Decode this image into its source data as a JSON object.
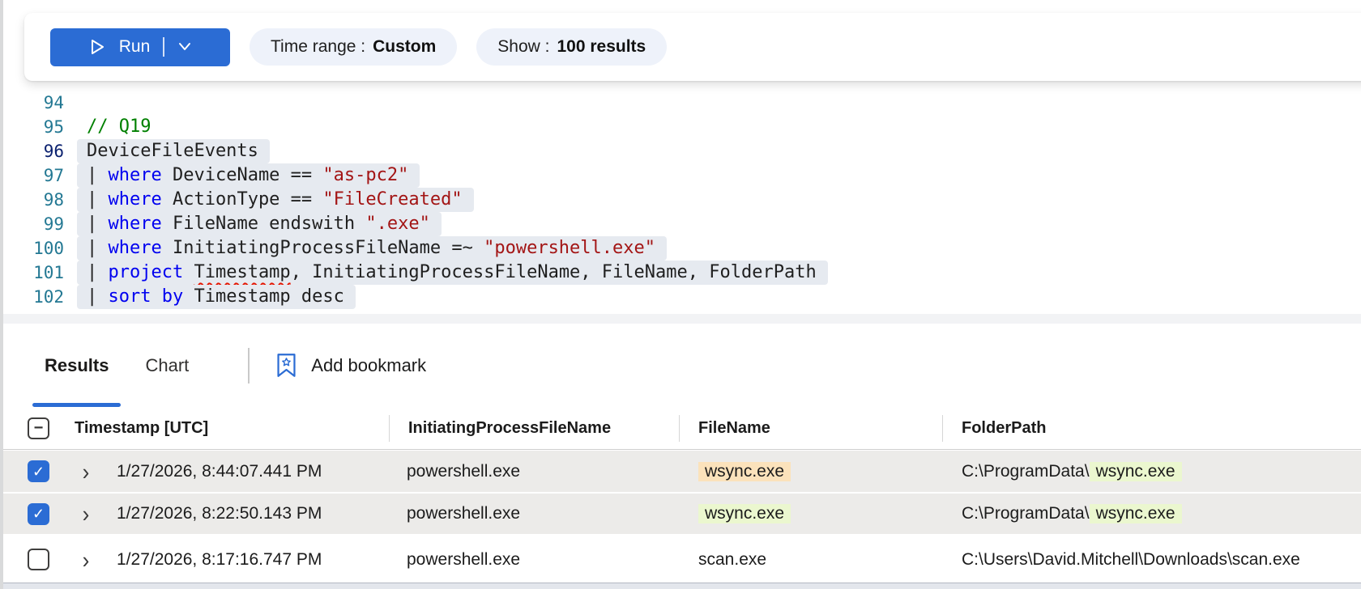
{
  "colors": {
    "accent": "#2b6cd4",
    "selection_bg": "#e6eaf0",
    "highlight_orange": "#fbe2bb",
    "highlight_green": "#ebf7cf",
    "keyword": "#0000f0",
    "string": "#a31515",
    "comment": "#008000",
    "line_number": "#237893"
  },
  "icons": {
    "check": "✓",
    "indeterminate": "−",
    "chevron_right": "›"
  },
  "toolbar": {
    "run_label": "Run",
    "time_range_label": "Time range :",
    "time_range_value": "Custom",
    "show_label": "Show :",
    "show_value": "100 results"
  },
  "editor": {
    "lines": [
      {
        "num": "94",
        "selected": false,
        "active": false,
        "tokens": []
      },
      {
        "num": "95",
        "selected": false,
        "active": false,
        "tokens": [
          {
            "text": "// Q19",
            "type": "comment"
          }
        ]
      },
      {
        "num": "96",
        "selected": true,
        "active": true,
        "tokens": [
          {
            "text": "DeviceFileEvents",
            "type": "plain"
          }
        ]
      },
      {
        "num": "97",
        "selected": true,
        "active": false,
        "tokens": [
          {
            "text": "| ",
            "type": "plain"
          },
          {
            "text": "where",
            "type": "keyword"
          },
          {
            "text": " DeviceName == ",
            "type": "plain"
          },
          {
            "text": "\"as-pc2\"",
            "type": "string"
          }
        ]
      },
      {
        "num": "98",
        "selected": true,
        "active": false,
        "tokens": [
          {
            "text": "| ",
            "type": "plain"
          },
          {
            "text": "where",
            "type": "keyword"
          },
          {
            "text": " ActionType == ",
            "type": "plain"
          },
          {
            "text": "\"FileCreated\"",
            "type": "string"
          }
        ]
      },
      {
        "num": "99",
        "selected": true,
        "active": false,
        "tokens": [
          {
            "text": "| ",
            "type": "plain"
          },
          {
            "text": "where",
            "type": "keyword"
          },
          {
            "text": " FileName endswith ",
            "type": "plain"
          },
          {
            "text": "\".exe\"",
            "type": "string"
          }
        ]
      },
      {
        "num": "100",
        "selected": true,
        "active": false,
        "tokens": [
          {
            "text": "| ",
            "type": "plain"
          },
          {
            "text": "where",
            "type": "keyword"
          },
          {
            "text": " InitiatingProcessFileName =~ ",
            "type": "plain"
          },
          {
            "text": "\"powershell.exe\"",
            "type": "string"
          }
        ]
      },
      {
        "num": "101",
        "selected": true,
        "active": false,
        "tokens": [
          {
            "text": "| ",
            "type": "plain"
          },
          {
            "text": "project",
            "type": "keyword"
          },
          {
            "text": " ",
            "type": "plain"
          },
          {
            "text": "Timestamp",
            "type": "plain-squiggle"
          },
          {
            "text": ", InitiatingProcessFileName, FileName, FolderPath",
            "type": "plain"
          }
        ]
      },
      {
        "num": "102",
        "selected": true,
        "active": false,
        "tokens": [
          {
            "text": "| ",
            "type": "plain"
          },
          {
            "text": "sort by",
            "type": "keyword"
          },
          {
            "text": " Timestamp desc",
            "type": "plain"
          }
        ]
      }
    ]
  },
  "tabs": {
    "results": "Results",
    "chart": "Chart",
    "add_bookmark": "Add bookmark"
  },
  "table": {
    "header_checkbox_state": "indeterminate",
    "columns": [
      "Timestamp [UTC]",
      "InitiatingProcessFileName",
      "FileName",
      "FolderPath"
    ],
    "rows": [
      {
        "checked": true,
        "timestamp": "1/27/2026, 8:44:07.441 PM",
        "initiating_process": "powershell.exe",
        "file_name": "wsync.exe",
        "file_name_highlight": "orange",
        "folder_prefix": "C:\\ProgramData\\",
        "folder_file": "wsync.exe",
        "folder_file_highlight": "green"
      },
      {
        "checked": true,
        "timestamp": "1/27/2026, 8:22:50.143 PM",
        "initiating_process": "powershell.exe",
        "file_name": "wsync.exe",
        "file_name_highlight": "green",
        "folder_prefix": "C:\\ProgramData\\",
        "folder_file": "wsync.exe",
        "folder_file_highlight": "green"
      },
      {
        "checked": false,
        "timestamp": "1/27/2026, 8:17:16.747 PM",
        "initiating_process": "powershell.exe",
        "file_name": "scan.exe",
        "file_name_highlight": "none",
        "folder_prefix": "C:\\Users\\David.Mitchell\\Downloads\\scan.exe",
        "folder_file": "",
        "folder_file_highlight": "none"
      }
    ]
  }
}
